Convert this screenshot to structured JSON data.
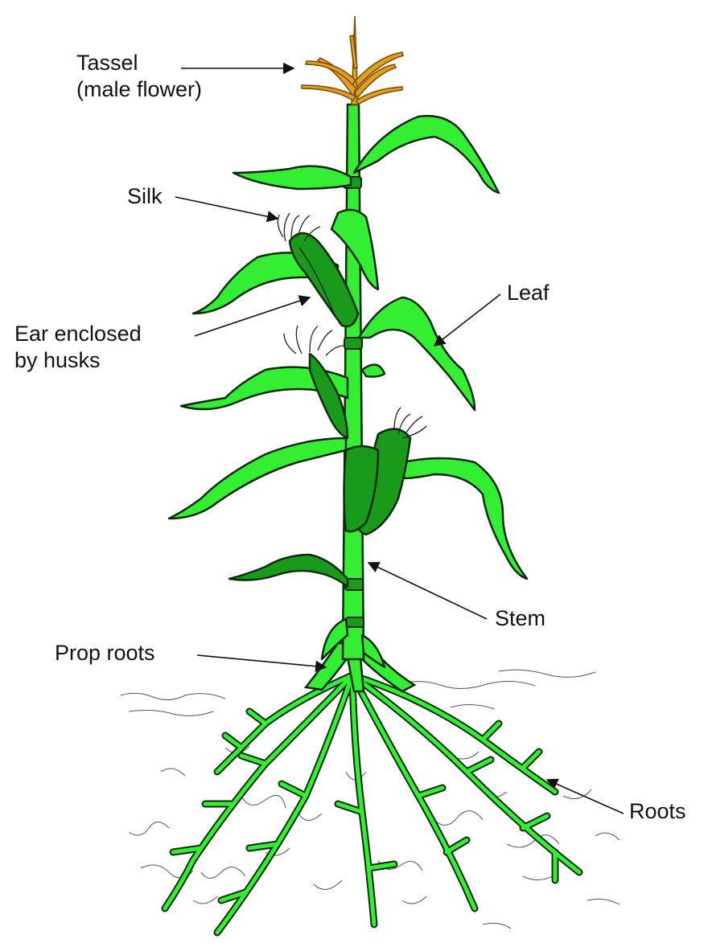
{
  "labels": {
    "tassel_line1": "Tassel",
    "tassel_line2": "(male flower)",
    "silk": "Silk",
    "ear_line1": "Ear enclosed",
    "ear_line2": "by husks",
    "leaf": "Leaf",
    "stem": "Stem",
    "prop_roots": "Prop roots",
    "roots": "Roots"
  },
  "colors": {
    "leaf_light": "#33ee33",
    "leaf_dark": "#1a9a1a",
    "outline": "#0a2a0a",
    "tassel": "#e0a020",
    "silk": "#222222"
  }
}
